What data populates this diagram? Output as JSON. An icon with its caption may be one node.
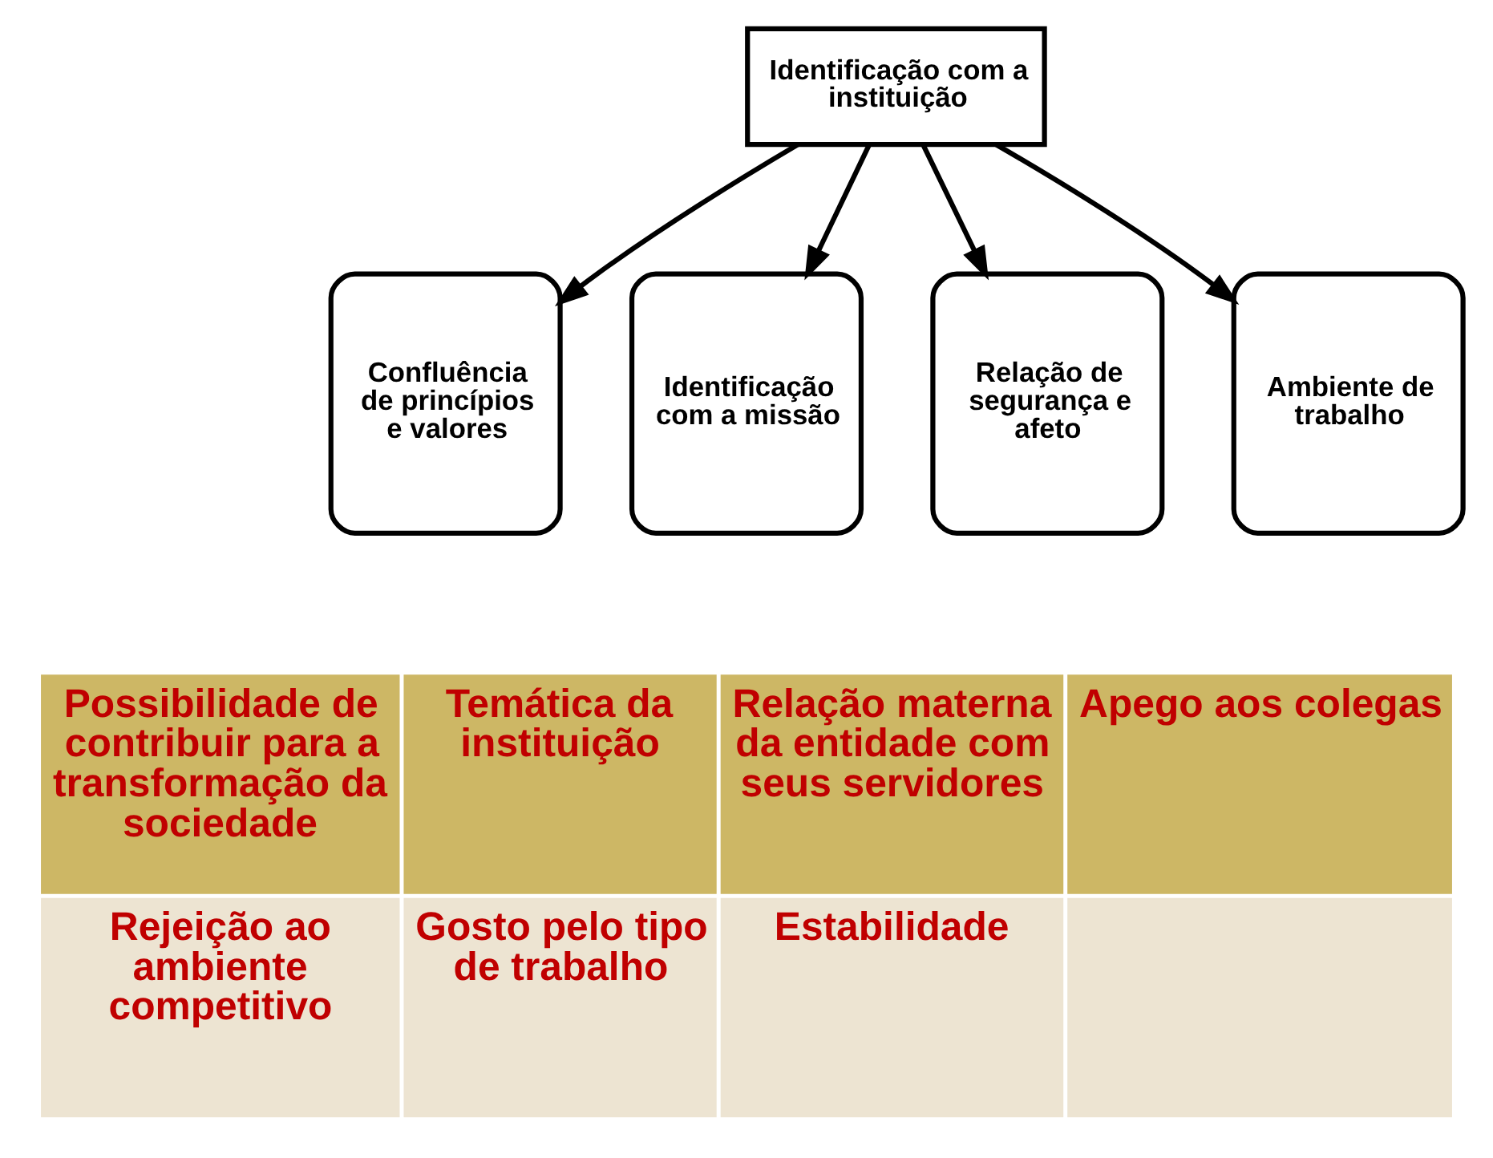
{
  "diagram": {
    "nodes": [
      {
        "text": [
          "Identificação com a instituição"
        ]
      },
      {
        "text": [
          "Confluência de princípios e valores"
        ]
      },
      {
        "text": [
          "Identificação com a missão"
        ]
      },
      {
        "text": [
          "Relação de segurança e afeto"
        ]
      },
      {
        "text": [
          "Ambiente de trabalho"
        ]
      }
    ],
    "edges": [
      {
        "from": 0,
        "to": 1,
        "arrow": "to"
      },
      {
        "from": 0,
        "to": 2,
        "arrow": "to"
      },
      {
        "from": 0,
        "to": 3,
        "arrow": "to"
      },
      {
        "from": 0,
        "to": 4,
        "arrow": "to"
      }
    ],
    "labels": [
      "Possibilidade de contribuir para a transformação da sociedade",
      "Temática da instituição",
      "Relação materna da entidade com seus servidores",
      "Apego aos colegas",
      "Rejeição ao ambiente competitivo",
      "Gosto pelo tipo de trabalho",
      "Estabilidade"
    ]
  }
}
